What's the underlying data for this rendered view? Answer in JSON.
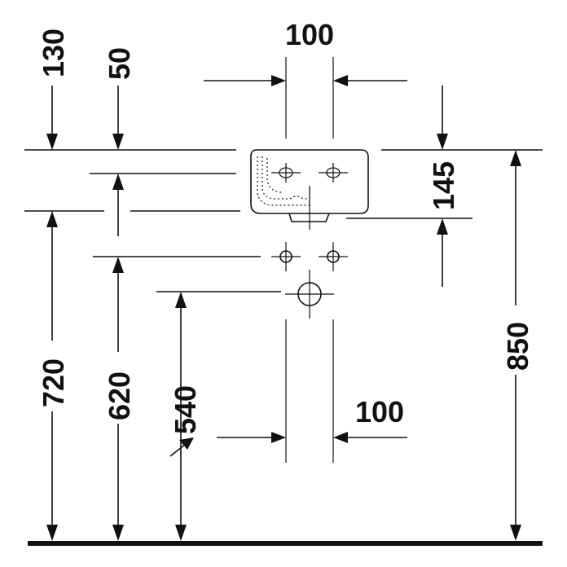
{
  "dimensions": {
    "top_width": "100",
    "bottom_width": "100",
    "top_130": "130",
    "top_50": "50",
    "basin_height": "145",
    "overall_850": "850",
    "height_720": "720",
    "height_620": "620",
    "height_540": "540"
  },
  "colors": {
    "ink": "#111111",
    "background": "#ffffff"
  }
}
